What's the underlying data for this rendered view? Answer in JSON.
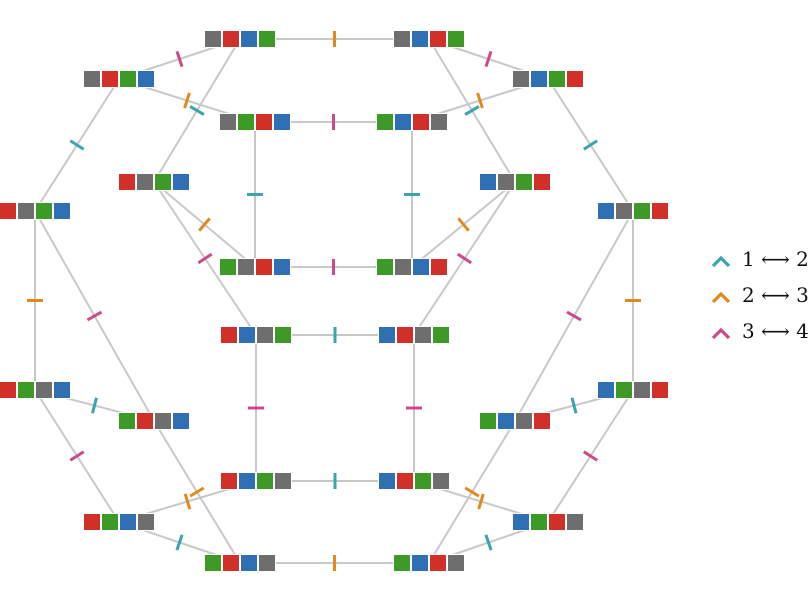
{
  "colors": {
    "gray": "#6e6e6e",
    "red": "#d03027",
    "green": "#3e9a26",
    "blue": "#2f6fb4",
    "edge": "#c8c8c8",
    "swap12": "#3ba4ad",
    "swap23": "#e08a1e",
    "swap34": "#cc4a8a"
  },
  "nodes": [
    {
      "id": "A1",
      "colors": [
        "gray",
        "red",
        "blue",
        "green"
      ]
    },
    {
      "id": "A2",
      "colors": [
        "gray",
        "blue",
        "red",
        "green"
      ]
    },
    {
      "id": "B1",
      "colors": [
        "gray",
        "red",
        "green",
        "blue"
      ]
    },
    {
      "id": "B2",
      "colors": [
        "gray",
        "blue",
        "green",
        "red"
      ]
    },
    {
      "id": "C1",
      "colors": [
        "gray",
        "green",
        "red",
        "blue"
      ]
    },
    {
      "id": "C2",
      "colors": [
        "green",
        "blue",
        "red",
        "gray"
      ]
    },
    {
      "id": "D1",
      "colors": [
        "red",
        "gray",
        "green",
        "blue"
      ]
    },
    {
      "id": "D2",
      "colors": [
        "blue",
        "gray",
        "green",
        "red"
      ]
    },
    {
      "id": "E1",
      "colors": [
        "red",
        "gray",
        "green",
        "blue"
      ]
    },
    {
      "id": "E2",
      "colors": [
        "blue",
        "gray",
        "green",
        "red"
      ]
    },
    {
      "id": "F1",
      "colors": [
        "green",
        "gray",
        "red",
        "blue"
      ]
    },
    {
      "id": "F2",
      "colors": [
        "green",
        "gray",
        "blue",
        "red"
      ]
    },
    {
      "id": "G1",
      "colors": [
        "red",
        "blue",
        "gray",
        "green"
      ]
    },
    {
      "id": "G2",
      "colors": [
        "blue",
        "red",
        "gray",
        "green"
      ]
    },
    {
      "id": "H1",
      "colors": [
        "red",
        "green",
        "gray",
        "blue"
      ]
    },
    {
      "id": "H2",
      "colors": [
        "blue",
        "green",
        "gray",
        "red"
      ]
    },
    {
      "id": "I1",
      "colors": [
        "green",
        "red",
        "gray",
        "blue"
      ]
    },
    {
      "id": "I2",
      "colors": [
        "green",
        "blue",
        "gray",
        "red"
      ]
    },
    {
      "id": "J1",
      "colors": [
        "red",
        "blue",
        "green",
        "gray"
      ]
    },
    {
      "id": "J2",
      "colors": [
        "blue",
        "red",
        "green",
        "gray"
      ]
    },
    {
      "id": "K1",
      "colors": [
        "red",
        "green",
        "blue",
        "gray"
      ]
    },
    {
      "id": "K2",
      "colors": [
        "blue",
        "green",
        "red",
        "gray"
      ]
    },
    {
      "id": "L1",
      "colors": [
        "green",
        "red",
        "blue",
        "gray"
      ]
    },
    {
      "id": "L2",
      "colors": [
        "green",
        "blue",
        "red",
        "gray"
      ]
    }
  ],
  "edges": [
    {
      "from": "A1",
      "to": "A2",
      "swap": "23"
    },
    {
      "from": "A1",
      "to": "B1",
      "swap": "34"
    },
    {
      "from": "A1",
      "to": "D1",
      "swap": "12"
    },
    {
      "from": "A2",
      "to": "B2",
      "swap": "34"
    },
    {
      "from": "A2",
      "to": "D2",
      "swap": "12"
    },
    {
      "from": "B1",
      "to": "C1",
      "swap": "23"
    },
    {
      "from": "B1",
      "to": "E1",
      "swap": "12"
    },
    {
      "from": "B2",
      "to": "C2",
      "swap": "23"
    },
    {
      "from": "B2",
      "to": "E2",
      "swap": "12"
    },
    {
      "from": "C1",
      "to": "C2",
      "swap": "34"
    },
    {
      "from": "C1",
      "to": "F1",
      "swap": "12"
    },
    {
      "from": "C2",
      "to": "F2",
      "swap": "12"
    },
    {
      "from": "D1",
      "to": "F1",
      "swap": "23"
    },
    {
      "from": "D1",
      "to": "G1",
      "swap": "34"
    },
    {
      "from": "D2",
      "to": "F2",
      "swap": "23"
    },
    {
      "from": "D2",
      "to": "G2",
      "swap": "34"
    },
    {
      "from": "E1",
      "to": "H1",
      "swap": "23"
    },
    {
      "from": "E1",
      "to": "I1",
      "swap": "34"
    },
    {
      "from": "E2",
      "to": "H2",
      "swap": "23"
    },
    {
      "from": "E2",
      "to": "I2",
      "swap": "34"
    },
    {
      "from": "F1",
      "to": "F2",
      "swap": "34"
    },
    {
      "from": "G1",
      "to": "G2",
      "swap": "12"
    },
    {
      "from": "G1",
      "to": "J1",
      "swap": "34"
    },
    {
      "from": "G2",
      "to": "J2",
      "swap": "34"
    },
    {
      "from": "H1",
      "to": "I1",
      "swap": "12"
    },
    {
      "from": "H1",
      "to": "K1",
      "swap": "34"
    },
    {
      "from": "H2",
      "to": "I2",
      "swap": "12"
    },
    {
      "from": "H2",
      "to": "K2",
      "swap": "34"
    },
    {
      "from": "I1",
      "to": "L1",
      "swap": "23"
    },
    {
      "from": "I2",
      "to": "L2",
      "swap": "23"
    },
    {
      "from": "J1",
      "to": "J2",
      "swap": "12"
    },
    {
      "from": "J1",
      "to": "K1",
      "swap": "23"
    },
    {
      "from": "J2",
      "to": "K2",
      "swap": "23"
    },
    {
      "from": "K1",
      "to": "L1",
      "swap": "12"
    },
    {
      "from": "K2",
      "to": "L2",
      "swap": "12"
    },
    {
      "from": "L1",
      "to": "L2",
      "swap": "23"
    }
  ],
  "legend": [
    {
      "swap": "12",
      "label": "1 ⟷ 2"
    },
    {
      "swap": "23",
      "label": "2 ⟷ 3"
    },
    {
      "swap": "34",
      "label": "3 ⟷ 4"
    }
  ]
}
